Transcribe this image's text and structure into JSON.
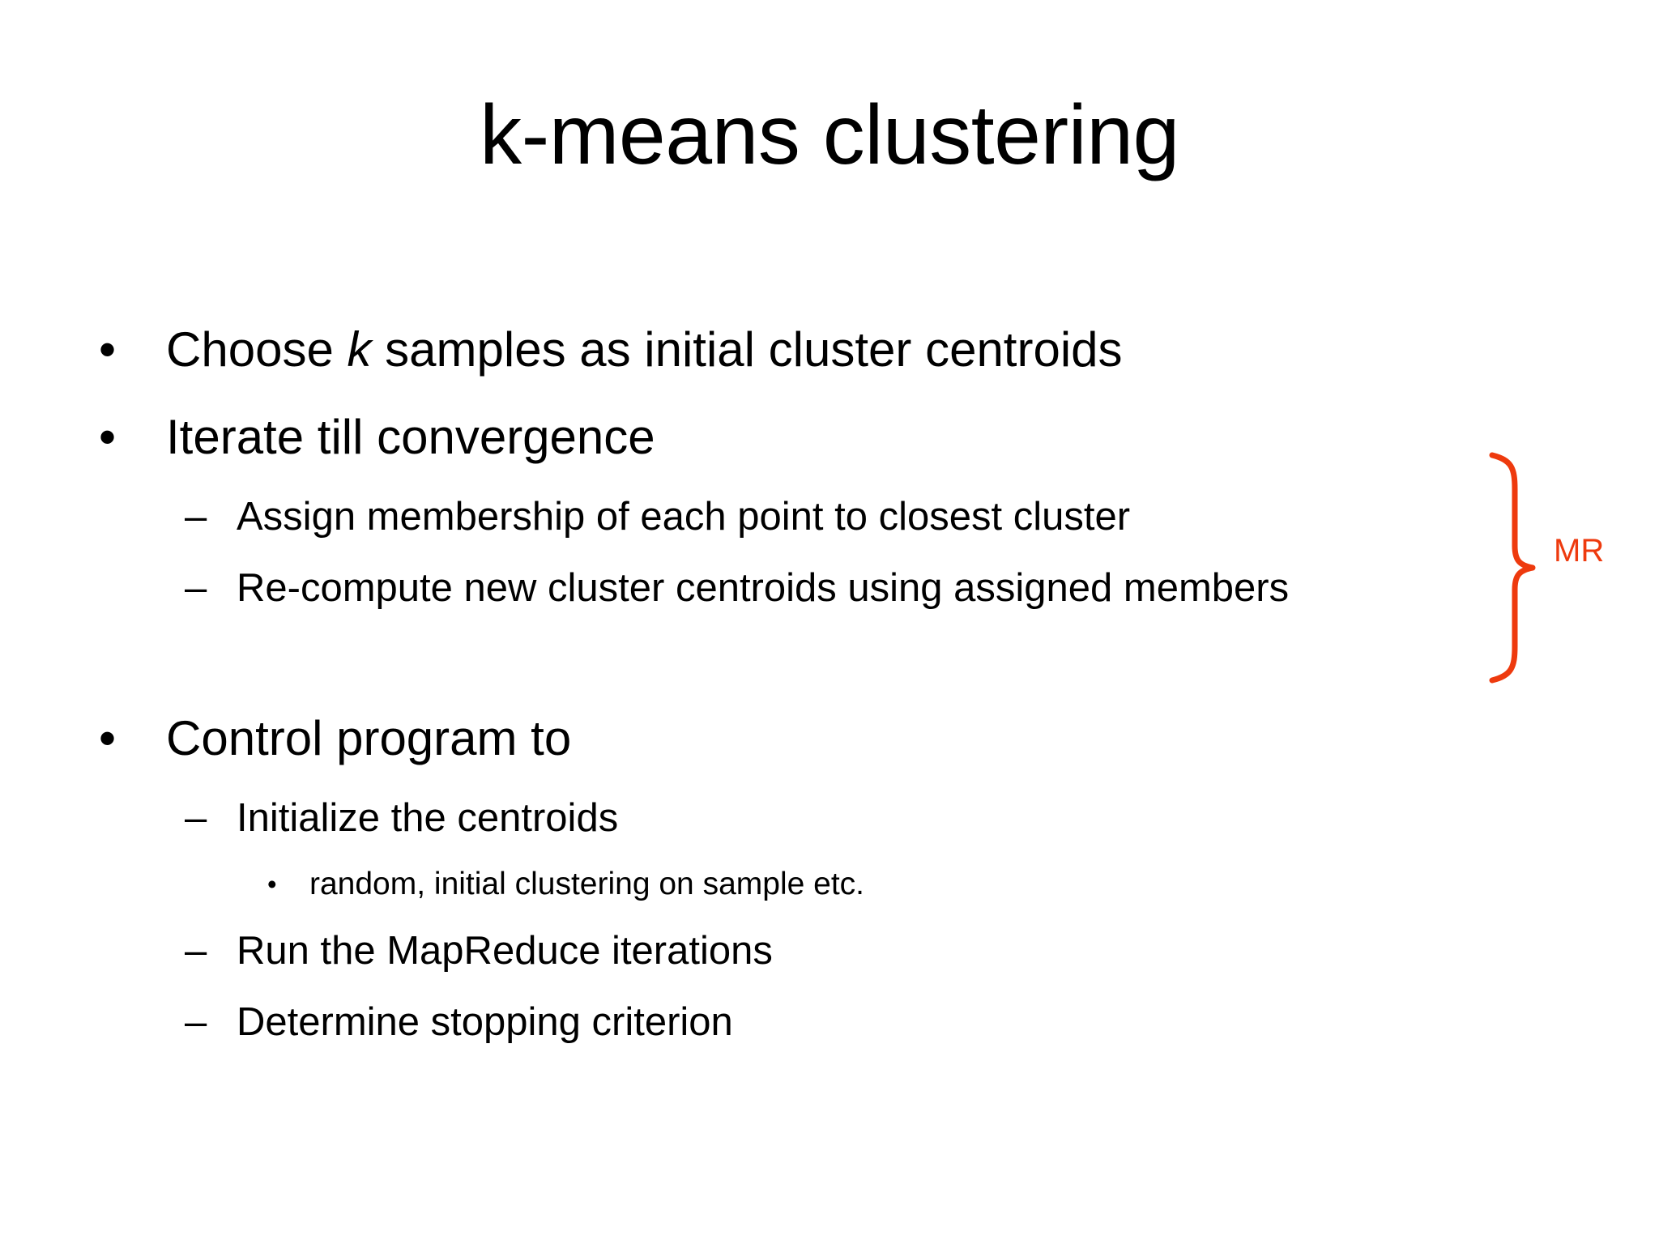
{
  "slide": {
    "title": "k-means clustering",
    "background_color": "#ffffff",
    "text_color": "#000000",
    "accent_color": "#ee3a0e"
  },
  "outline": {
    "bullet_marker_level1": "•",
    "bullet_marker_level2": "–",
    "bullet_marker_level3": "•",
    "items": [
      {
        "level": 1,
        "text_before_italic": "Choose ",
        "italic": "k",
        "text_after_italic": " samples as initial cluster centroids"
      },
      {
        "level": 1,
        "text": "Iterate till convergence"
      },
      {
        "level": 2,
        "text": "Assign membership of each point to closest cluster"
      },
      {
        "level": 2,
        "text": "Re-compute new cluster centroids using assigned members"
      },
      {
        "level": 1,
        "text": "Control program to"
      },
      {
        "level": 2,
        "text": "Initialize the centroids"
      },
      {
        "level": 3,
        "text": "random, initial clustering on sample etc."
      },
      {
        "level": 2,
        "text": "Run the MapReduce iterations"
      },
      {
        "level": 2,
        "text": "Determine stopping criterion"
      }
    ]
  },
  "annotation": {
    "label": "MR",
    "color": "#ee3a0e",
    "shape": "right-curly-brace",
    "spans_items": [
      "Assign membership of each point to closest cluster",
      "Re-compute new cluster centroids using assigned members"
    ]
  }
}
